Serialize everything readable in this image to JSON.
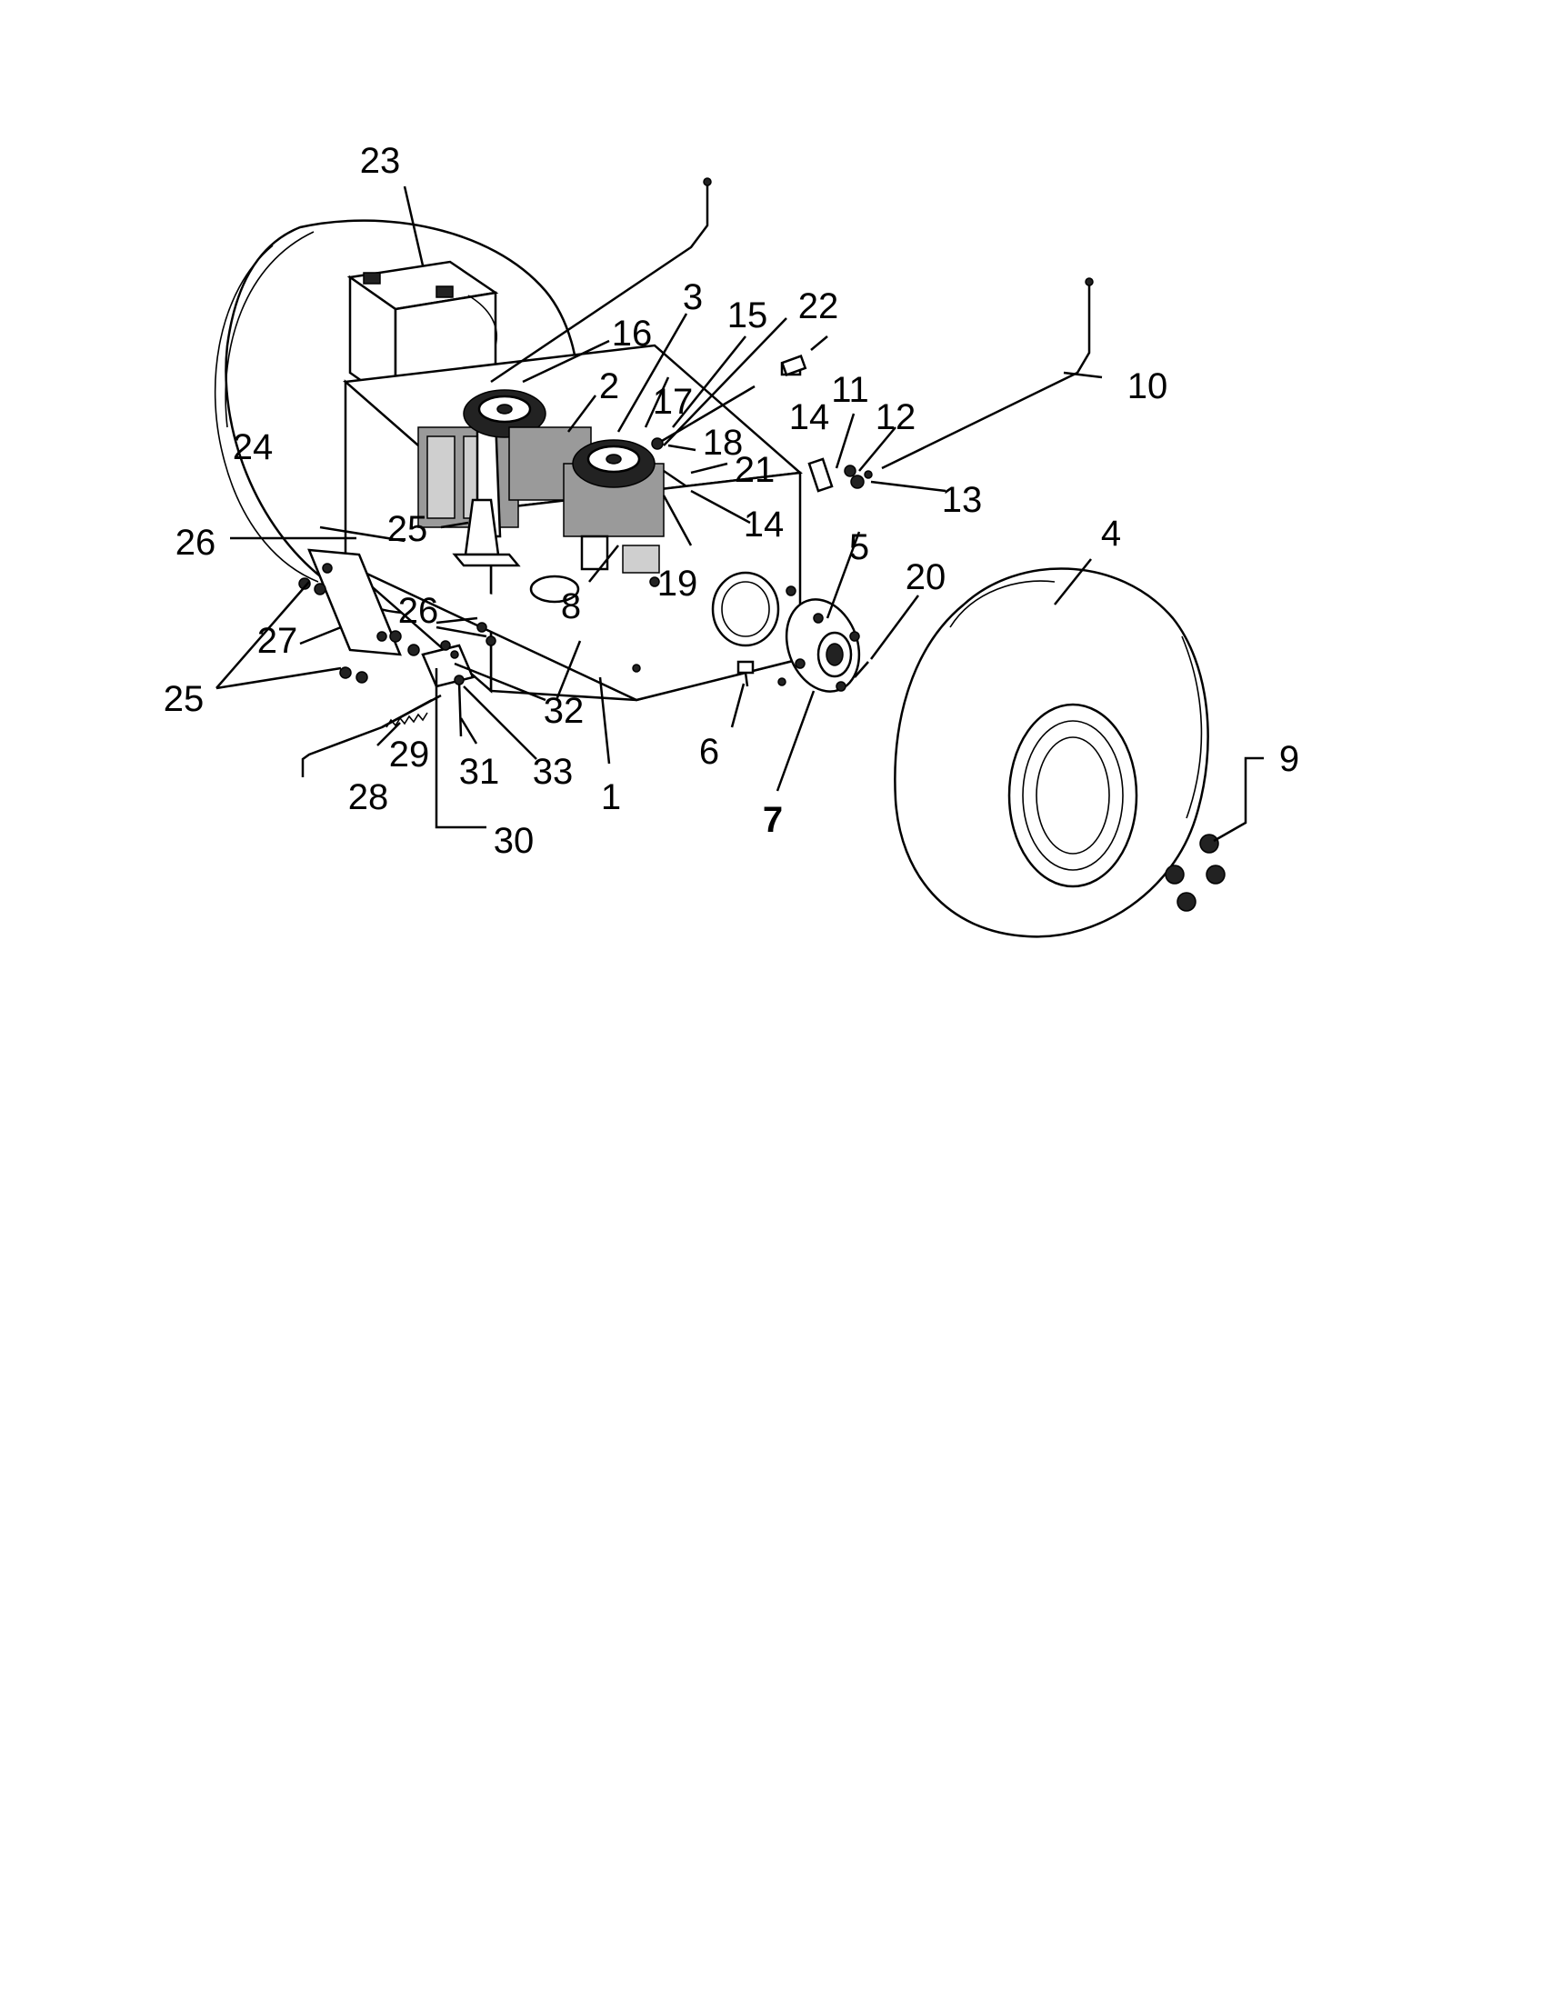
{
  "diagram": {
    "labels": {
      "p1": "1",
      "p2": "2",
      "p3": "3",
      "p4": "4",
      "p5": "5",
      "p6": "6",
      "p7": "7",
      "p8": "8",
      "p9": "9",
      "p10": "10",
      "p11": "11",
      "p12": "12",
      "p13": "13",
      "p14a": "14",
      "p14b": "14",
      "p15": "15",
      "p16": "16",
      "p17": "17",
      "p18": "18",
      "p19": "19",
      "p20": "20",
      "p21": "21",
      "p22": "22",
      "p23": "23",
      "p24": "24",
      "p25a": "25",
      "p25b": "25",
      "p26a": "26",
      "p26b": "26",
      "p27": "27",
      "p28": "28",
      "p29": "29",
      "p30": "30",
      "p31": "31",
      "p32": "32",
      "p33": "33"
    }
  }
}
